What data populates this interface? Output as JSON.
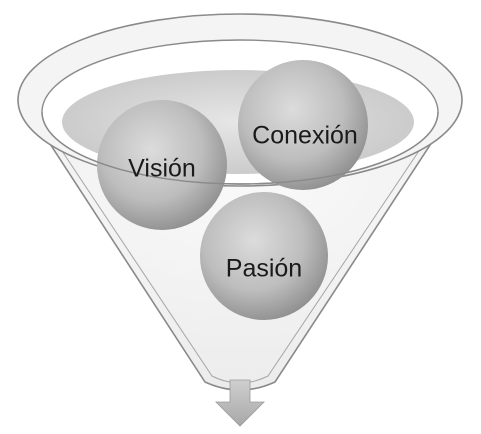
{
  "diagram": {
    "type": "funnel",
    "items": [
      {
        "id": "vision",
        "label": "Visión"
      },
      {
        "id": "conexion",
        "label": "Conexión"
      },
      {
        "id": "pasion",
        "label": "Pasión"
      }
    ],
    "colors": {
      "outline": "#8a8a8a",
      "ball_light": "#d6d6d6",
      "ball_dark": "#9b9b9b",
      "arrow": "#b5b5b5",
      "rim_fill": "#d9d9d9"
    }
  }
}
